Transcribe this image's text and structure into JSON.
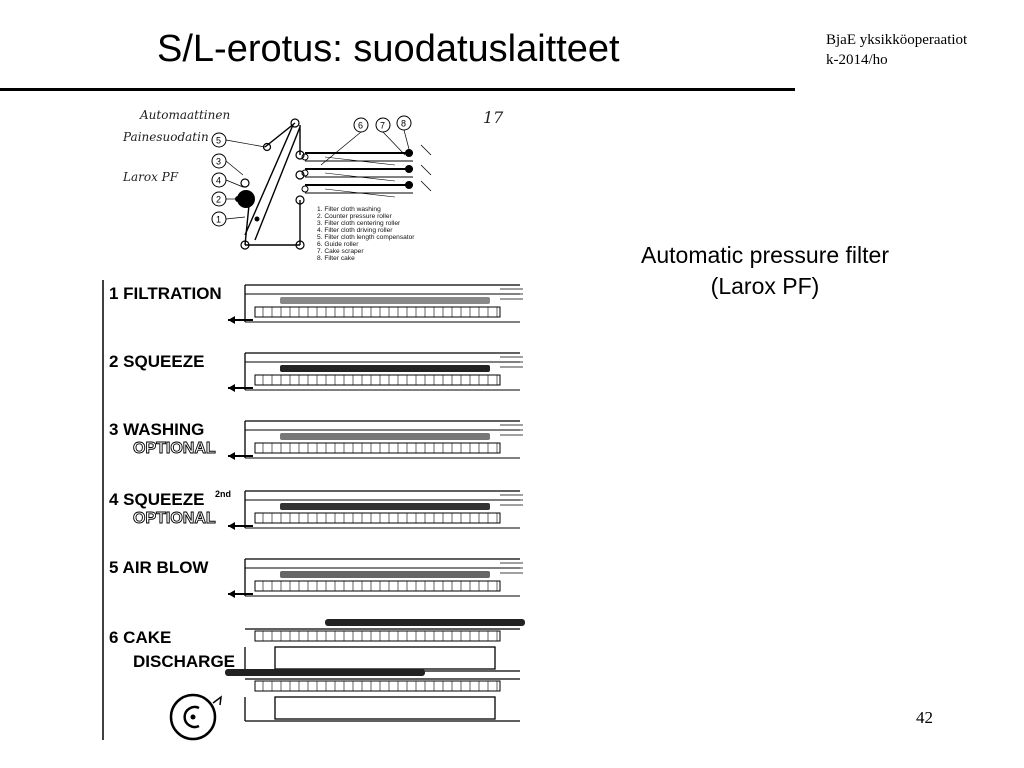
{
  "slide": {
    "title": "S/L-erotus: suodatuslaitteet",
    "meta_line1": "BjaE yksikköoperaatiot",
    "meta_line2": "k-2014/ho",
    "caption_line1": "Automatic pressure filter",
    "caption_line2": "(Larox PF)",
    "page_number": "42"
  },
  "figure": {
    "handwritten": {
      "line1": "Automaattinen",
      "line2": "Painesuodatin",
      "line3": "Larox PF",
      "page_mark": "17"
    },
    "callouts": [
      "1",
      "2",
      "3",
      "4",
      "5",
      "6",
      "7",
      "8"
    ],
    "legend": [
      "1. Filter cloth washing",
      "2. Counter pressure roller",
      "3. Filter cloth centering roller",
      "4. Filter cloth driving roller",
      "5. Filter cloth length compensator",
      "6. Guide roller",
      "7. Cake scraper",
      "8. Filter cake"
    ],
    "steps": [
      {
        "label": "1 FILTRATION",
        "optional": ""
      },
      {
        "label": "2 SQUEEZE",
        "optional": ""
      },
      {
        "label": "3 WASHING",
        "optional": "OPTIONAL"
      },
      {
        "label": "4 SQUEEZE",
        "sup": "2nd",
        "optional": "OPTIONAL"
      },
      {
        "label": "5 AIR BLOW",
        "optional": ""
      },
      {
        "label": "6 CAKE",
        "label2": "DISCHARGE",
        "optional": ""
      }
    ]
  }
}
